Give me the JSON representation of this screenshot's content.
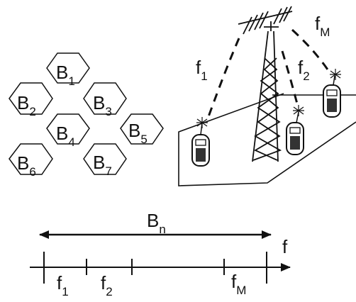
{
  "cells": [
    {
      "base": "B",
      "sub": "1"
    },
    {
      "base": "B",
      "sub": "2"
    },
    {
      "base": "B",
      "sub": "3"
    },
    {
      "base": "B",
      "sub": "4"
    },
    {
      "base": "B",
      "sub": "5"
    },
    {
      "base": "B",
      "sub": "6"
    },
    {
      "base": "B",
      "sub": "7"
    }
  ],
  "links": [
    {
      "base": "f",
      "sub": "1"
    },
    {
      "base": "f",
      "sub": "2"
    },
    {
      "base": "f",
      "sub": "M"
    }
  ],
  "bandwidth": {
    "base": "B",
    "sub": "n"
  },
  "axis": {
    "label": "f"
  },
  "channels": [
    {
      "base": "f",
      "sub": "1"
    },
    {
      "base": "f",
      "sub": "2"
    },
    {
      "base": "f",
      "sub": "M"
    }
  ]
}
